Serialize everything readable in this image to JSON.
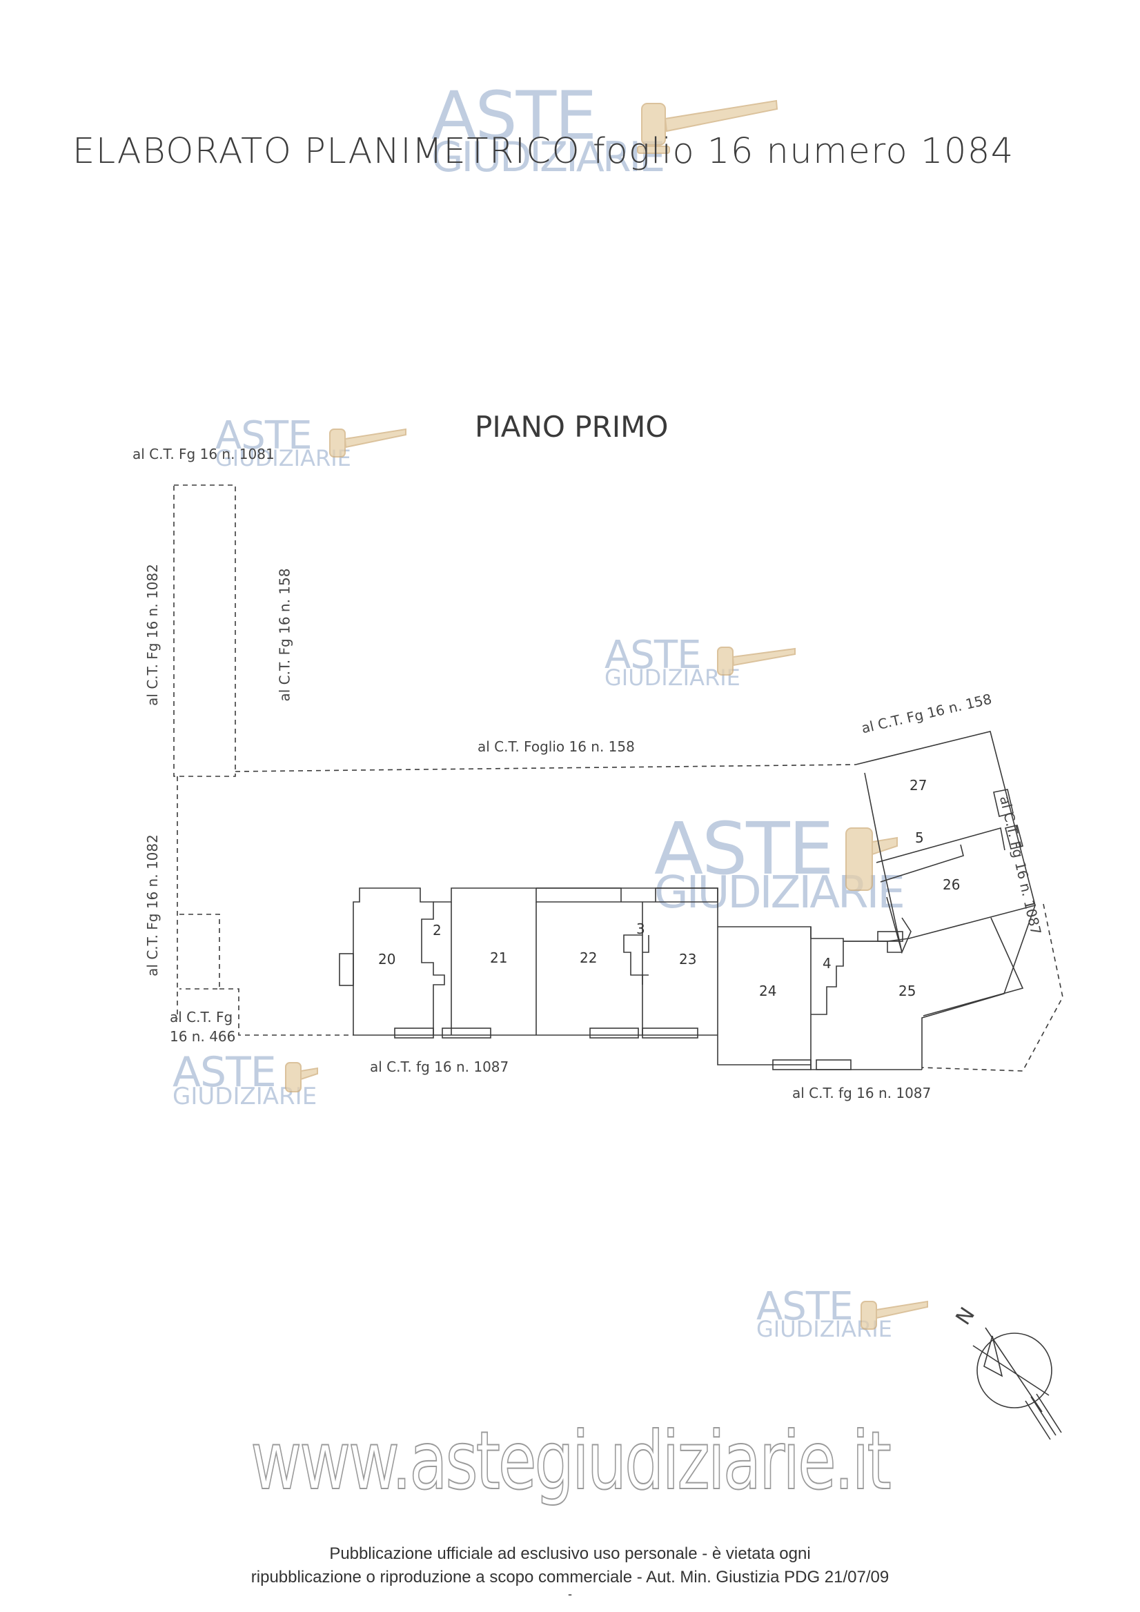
{
  "title": "ELABORATO PLANIMETRICO foglio 16 numero 1084",
  "floor": "PIANO PRIMO",
  "neighbor_labels": {
    "top_1081": "al C.T. Fg 16 n. 1081",
    "left_1082_upper": "al C.T. Fg 16 n. 1082",
    "inner_158": "al C.T. Fg 16 n. 158",
    "foglio_158": "al C.T. Foglio 16 n. 158",
    "left_1082_lower": "al C.T. Fg 16 n. 1082",
    "fg_466_line1": "al C.T. Fg",
    "fg_466_line2": "16 n. 466",
    "bottom_1087_left": "al C.T. fg 16 n. 1087",
    "bottom_1087_right": "al C.T. fg 16 n. 1087",
    "top_right_158": "al C.T. Fg 16 n. 158",
    "right_1087": "al C.T. Fg 16 n. 1087"
  },
  "units": [
    "20",
    "2",
    "21",
    "22",
    "3",
    "23",
    "24",
    "4",
    "25",
    "27",
    "5",
    "26"
  ],
  "compass_letter": "N",
  "watermark": {
    "aste": "ASTE",
    "giudiziarie": "GIUDIZIARIE",
    "url": "www.astegiudiziarie.it"
  },
  "notice": {
    "line1": "Pubblicazione ufficiale ad esclusivo uso personale - è vietata ogni",
    "line2": "ripubblicazione o riproduzione a scopo commerciale - Aut. Min. Giustizia PDG 21/07/09",
    "line3": "-"
  },
  "colors": {
    "line": "#3a3a3a",
    "watermark": "#6f8fbf",
    "gavel": "#d9b98a"
  }
}
